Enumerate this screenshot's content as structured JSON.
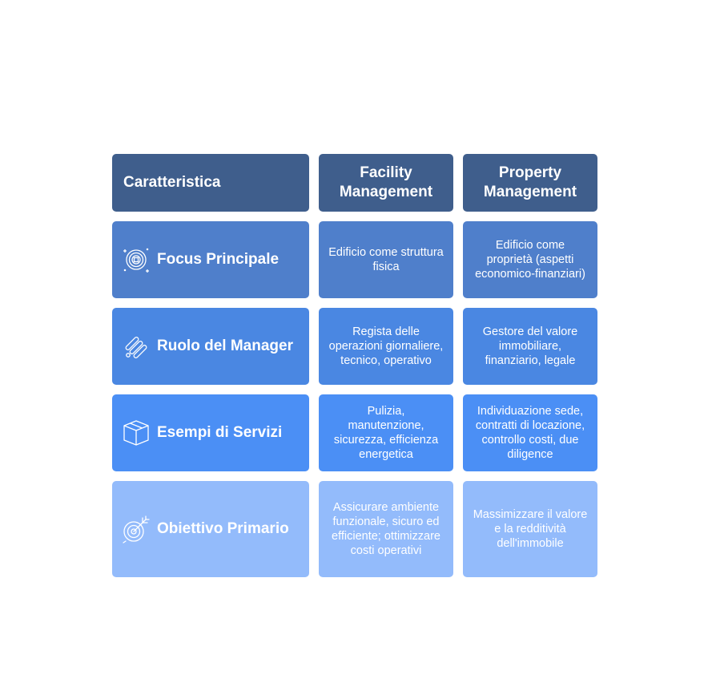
{
  "header": {
    "feature": "Caratteristica",
    "facility": "Facility\nManagement",
    "property": "Property\nManagement"
  },
  "rows": [
    {
      "label": "Focus Principale",
      "icon": "target-icon",
      "facility": "Edificio come struttura fisica",
      "property": "Edificio come proprietà (aspetti economico-finanziari)"
    },
    {
      "label": "Ruolo del Manager",
      "icon": "workflow-icon",
      "facility": "Regista delle operazioni giornaliere, tecnico, operativo",
      "property": "Gestore del valore immobiliare, finanziario, legale"
    },
    {
      "label": "Esempi di Servizi",
      "icon": "box-icon",
      "facility": "Pulizia, manutenzione, sicurezza, efficienza energetica",
      "property": "Individuazione sede, contratti di locazione, controllo costi, due diligence"
    },
    {
      "label": "Obiettivo Primario",
      "icon": "dartboard-icon",
      "facility": "Assicurare ambiente funzionale, sicuro ed efficiente; ottimizzare costi operativi",
      "property": "Massimizzare il valore e la redditività dell'immobile"
    }
  ],
  "colors": {
    "header": "#3f5e8c",
    "row1": "#4f7fcb",
    "row2": "#4a87e2",
    "row3": "#4b8ff5",
    "row4": "#93bbfb"
  }
}
